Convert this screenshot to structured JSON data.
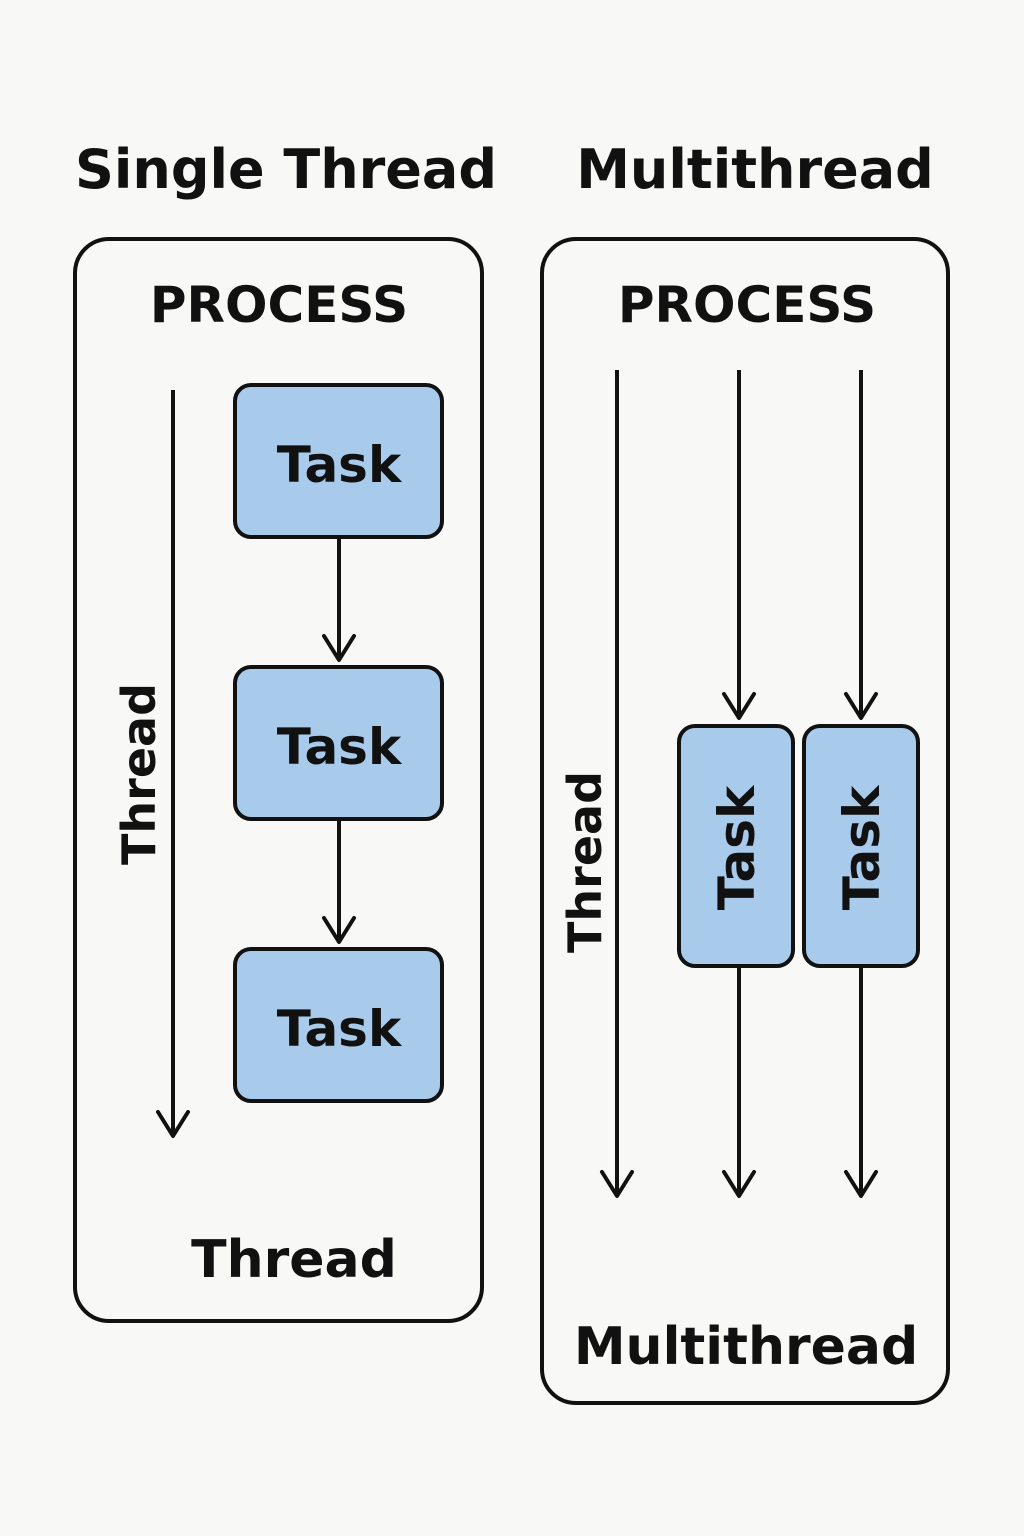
{
  "colors": {
    "task_fill": "#a9cbeb",
    "stroke": "#111111",
    "background": "#f8f8f6"
  },
  "single": {
    "heading": "Single Thread",
    "process_label": "PROCESS",
    "thread_side_label": "Thread",
    "tasks": [
      "Task",
      "Task",
      "Task"
    ],
    "footer": "Thread"
  },
  "multi": {
    "heading": "Multithread",
    "process_label": "PROCESS",
    "thread_side_label": "Thread",
    "tasks": [
      "Task",
      "Task"
    ],
    "footer": "Multithread"
  }
}
